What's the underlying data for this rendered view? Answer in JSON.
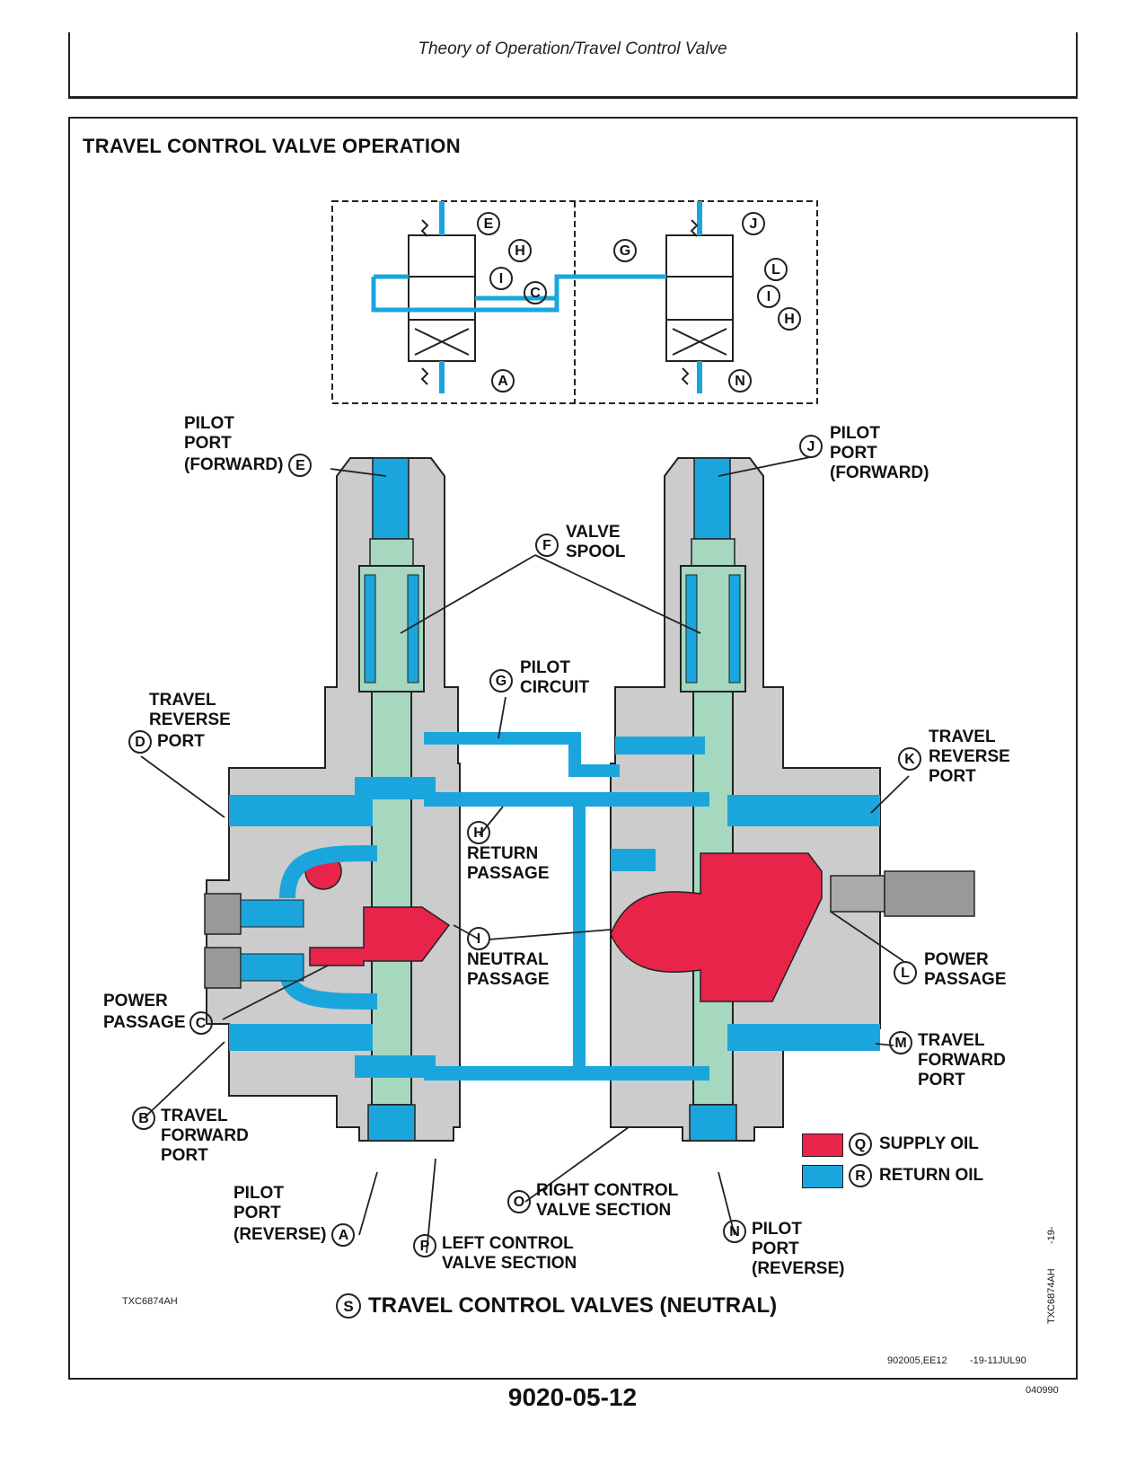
{
  "header": {
    "title": "Theory of Operation/Travel Control Valve"
  },
  "figure": {
    "title": "TRAVEL CONTROL VALVE OPERATION",
    "caption_letter": "S",
    "caption": "TRAVEL CONTROL VALVES (NEUTRAL)",
    "image_code": "TXC6874AH",
    "side_code": "TXC6874AH",
    "side_page": "-19-"
  },
  "schematic_callouts": [
    "E",
    "H",
    "I",
    "C",
    "A",
    "G",
    "J",
    "L",
    "I",
    "H",
    "N"
  ],
  "labels": {
    "pilot_port_forward_left": [
      "PILOT",
      "PORT",
      "(FORWARD)"
    ],
    "pilot_port_forward_left_letter": "E",
    "pilot_port_forward_right": [
      "PILOT",
      "PORT",
      "(FORWARD)"
    ],
    "pilot_port_forward_right_letter": "J",
    "valve_spool": [
      "VALVE",
      "SPOOL"
    ],
    "valve_spool_letter": "F",
    "pilot_circuit": [
      "PILOT",
      "CIRCUIT"
    ],
    "pilot_circuit_letter": "G",
    "travel_reverse_left": [
      "TRAVEL",
      "REVERSE",
      "PORT"
    ],
    "travel_reverse_left_letter": "D",
    "travel_reverse_right": [
      "TRAVEL",
      "REVERSE",
      "PORT"
    ],
    "travel_reverse_right_letter": "K",
    "return_passage": [
      "RETURN",
      "PASSAGE"
    ],
    "return_passage_letter": "H",
    "neutral_passage": [
      "NEUTRAL",
      "PASSAGE"
    ],
    "neutral_passage_letter": "I",
    "power_passage_left": [
      "POWER",
      "PASSAGE"
    ],
    "power_passage_left_letter": "C",
    "power_passage_right": [
      "POWER",
      "PASSAGE"
    ],
    "power_passage_right_letter": "L",
    "travel_forward_left": [
      "TRAVEL",
      "FORWARD",
      "PORT"
    ],
    "travel_forward_left_letter": "B",
    "travel_forward_right": [
      "TRAVEL",
      "FORWARD",
      "PORT"
    ],
    "travel_forward_right_letter": "M",
    "pilot_port_reverse_left": [
      "PILOT",
      "PORT",
      "(REVERSE)"
    ],
    "pilot_port_reverse_left_letter": "A",
    "pilot_port_reverse_right": [
      "PILOT",
      "PORT",
      "(REVERSE)"
    ],
    "pilot_port_reverse_right_letter": "N",
    "left_control_section": [
      "LEFT CONTROL",
      "VALVE SECTION"
    ],
    "left_control_section_letter": "P",
    "right_control_section": [
      "RIGHT CONTROL",
      "VALVE SECTION"
    ],
    "right_control_section_letter": "O"
  },
  "legend": [
    {
      "letter": "Q",
      "label": "SUPPLY OIL",
      "color": "#e8244a"
    },
    {
      "letter": "R",
      "label": "RETURN OIL",
      "color": "#1aa6dd"
    }
  ],
  "colors": {
    "return_oil": "#1aa6dd",
    "supply_oil": "#e8244a",
    "housing": "#cccccc",
    "spool": "#a6d8bf"
  },
  "footer": {
    "doc_ref": "902005,EE12",
    "date_ref": "-19-11JUL90",
    "page_number": "9020-05-12",
    "print_code": "040990"
  }
}
